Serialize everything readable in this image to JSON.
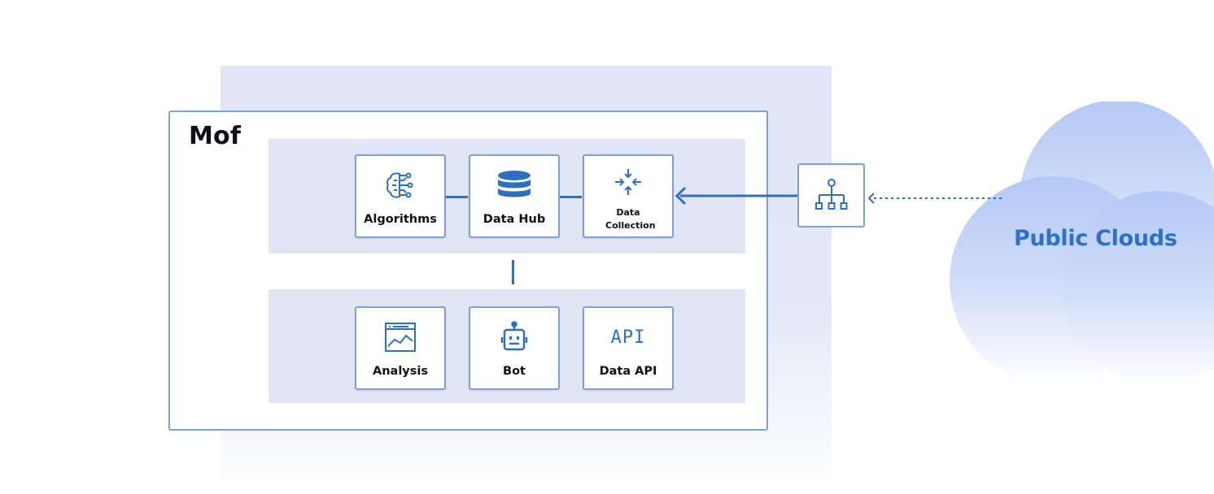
{
  "title": "Mof",
  "modules_top": [
    {
      "label": "Algorithms",
      "icon": "brain-circuit-icon"
    },
    {
      "label": "Data Hub",
      "icon": "database-icon"
    },
    {
      "label": "Data Collection",
      "icon": "collapse-arrows-icon"
    }
  ],
  "modules_bottom": [
    {
      "label": "Analysis",
      "icon": "chart-window-icon"
    },
    {
      "label": "Bot",
      "icon": "robot-icon"
    },
    {
      "label": "Data API",
      "icon": "api-icon",
      "icon_text": "API"
    }
  ],
  "gateway": {
    "icon": "hierarchy-network-icon"
  },
  "external": {
    "label": "Public Clouds",
    "icon": "cloud-shape"
  },
  "colors": {
    "accent": "#2e6fc4",
    "panel": "#e1e6f6",
    "border": "#7f9ee0",
    "cloud": "#b9cdf6",
    "text": "#0d1116"
  }
}
